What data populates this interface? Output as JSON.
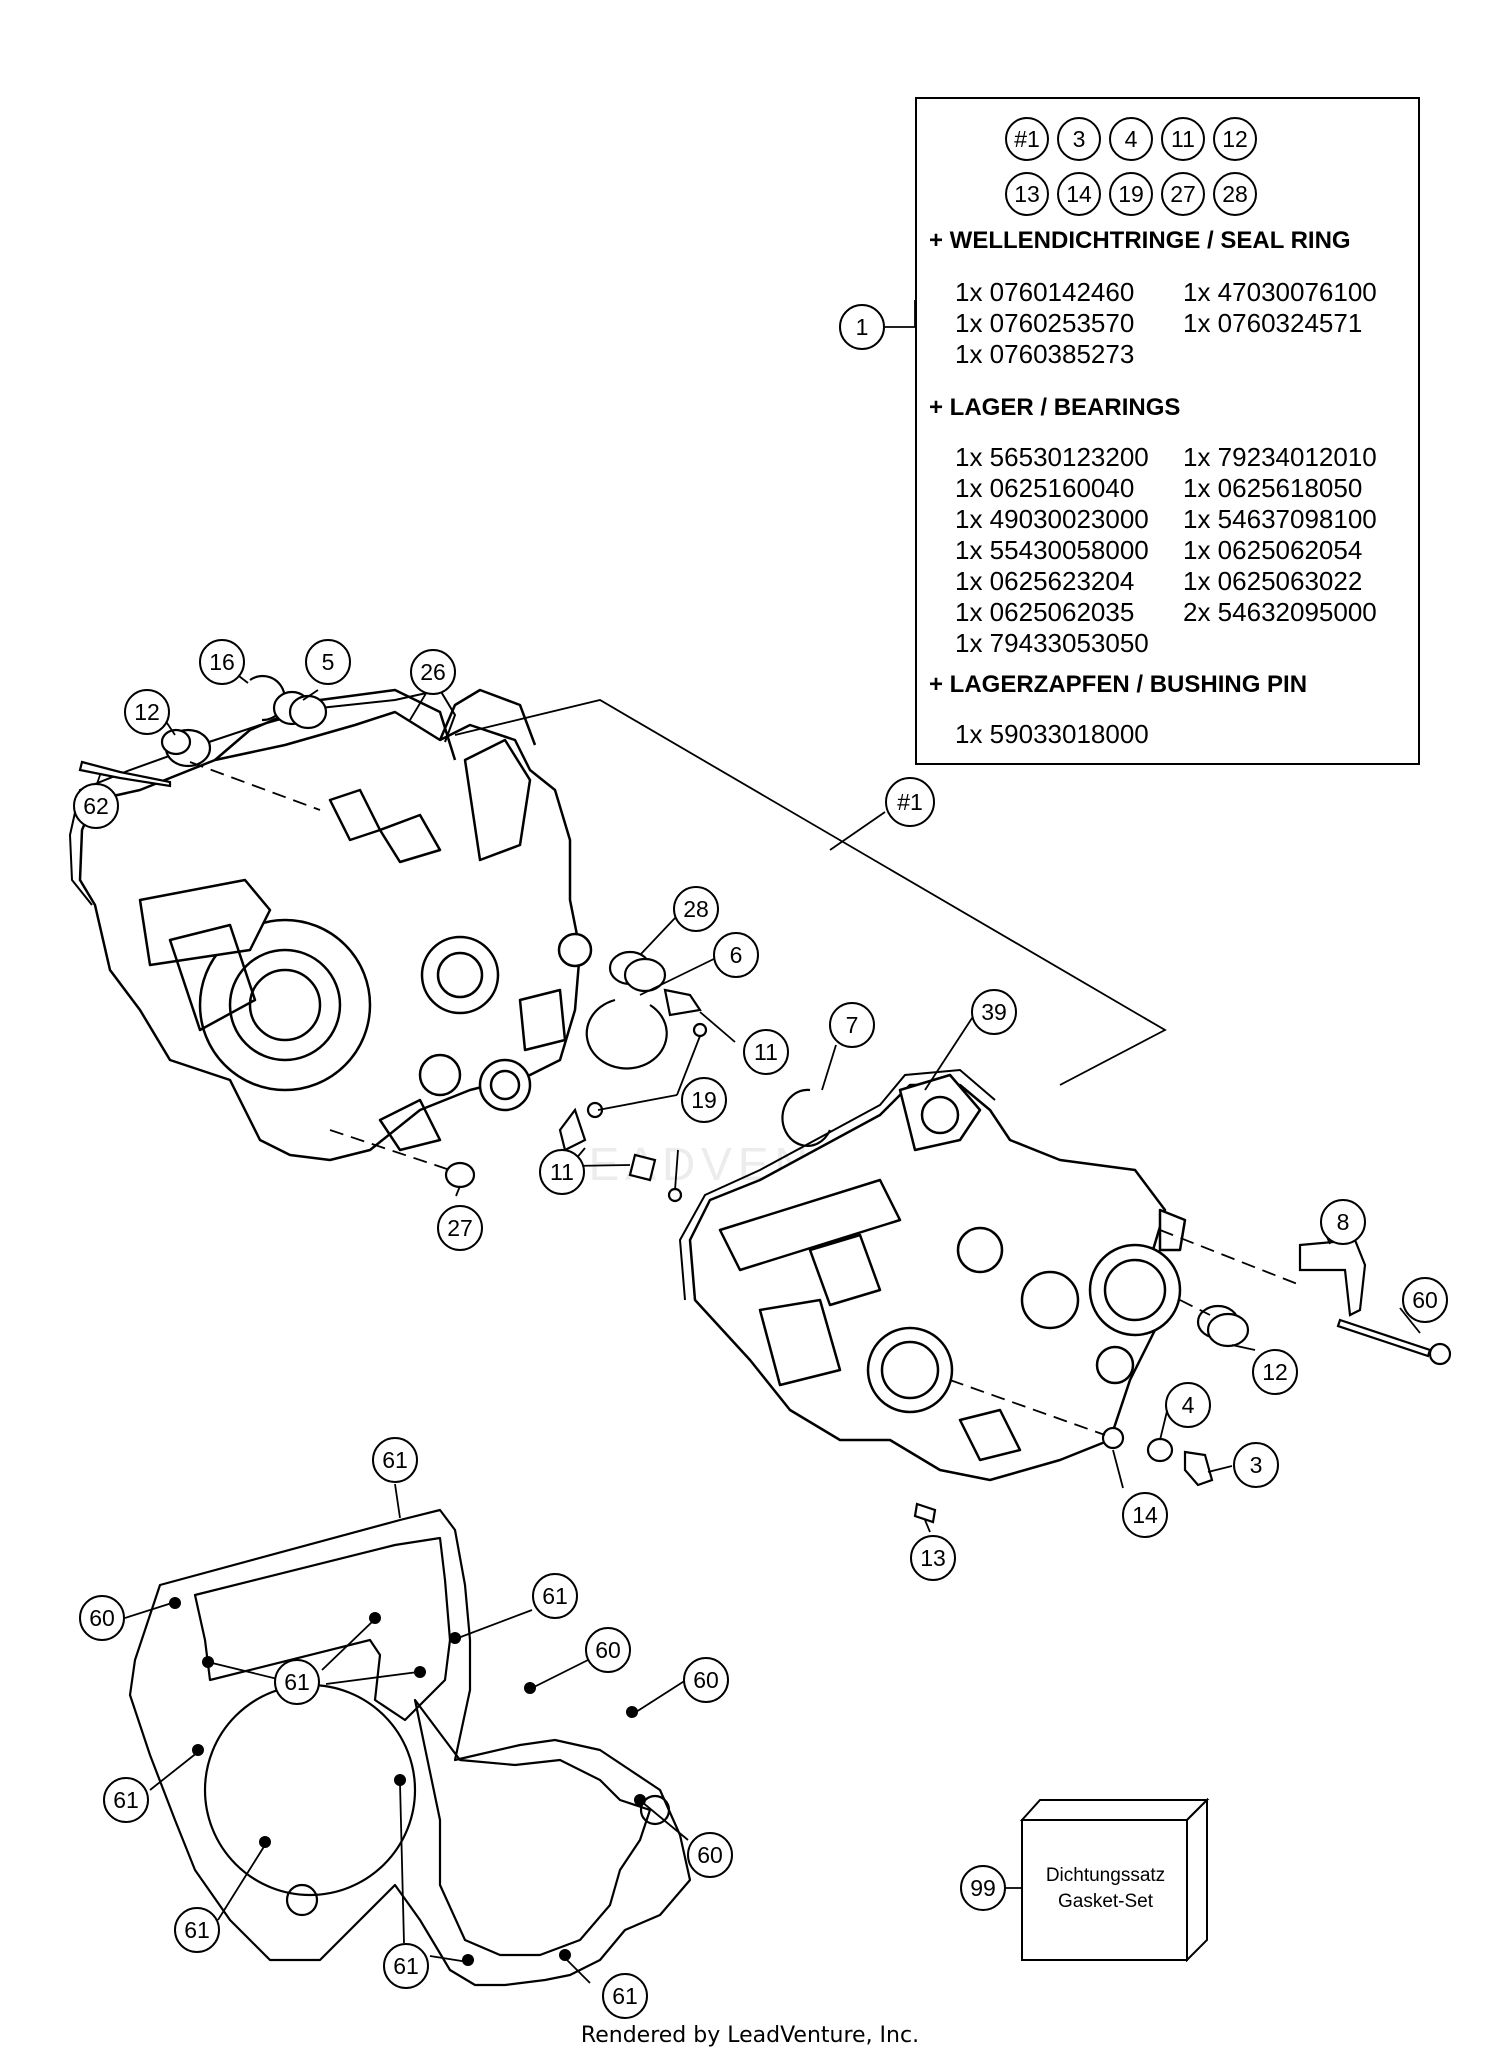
{
  "kit": {
    "chips_row1": [
      "#1",
      "3",
      "4",
      "11",
      "12"
    ],
    "chips_row2": [
      "13",
      "14",
      "19",
      "27",
      "28"
    ],
    "sections": [
      {
        "heading": "+ WELLENDICHTRINGE / SEAL RING",
        "parts": [
          "1x 0760142460",
          "1x 47030076100",
          "1x 0760253570",
          "1x 0760324571",
          "1x 0760385273"
        ]
      },
      {
        "heading": "+ LAGER / BEARINGS",
        "parts": [
          "1x 56530123200",
          "1x 79234012010",
          "1x 0625160040",
          "1x 0625618050",
          "1x 49030023000",
          "1x 54637098100",
          "1x 55430058000",
          "1x 0625062054",
          "1x 0625623204",
          "1x 0625063022",
          "1x 0625062035",
          "2x 54632095000",
          "1x 79433053050"
        ]
      },
      {
        "heading": "+ LAGERZAPFEN / BUSHING PIN",
        "parts": [
          "1x 59033018000"
        ]
      }
    ]
  },
  "callouts": {
    "kit": "1",
    "assembly": "#1",
    "c16": "16",
    "c5": "5",
    "c26": "26",
    "c12a": "12",
    "c62": "62",
    "c28": "28",
    "c6": "6",
    "c11a": "11",
    "c7": "7",
    "c39": "39",
    "c19": "19",
    "c11b": "11",
    "c27": "27",
    "c8": "8",
    "c60a": "60",
    "c12b": "12",
    "c4": "4",
    "c3": "3",
    "c14": "14",
    "c13": "13",
    "g61top": "61",
    "g60left": "60",
    "g61mid": "61",
    "g61upper": "61",
    "g60r1": "60",
    "g60r2": "60",
    "g61left": "61",
    "g60r3": "60",
    "g61bl": "61",
    "g61bot": "61",
    "g61br": "61",
    "c99": "99"
  },
  "gasket_set": {
    "line1": "Dichtungssatz",
    "line2": "Gasket-Set"
  },
  "watermark": "LEADVENTURE",
  "footer": "Rendered by LeadVenture, Inc."
}
